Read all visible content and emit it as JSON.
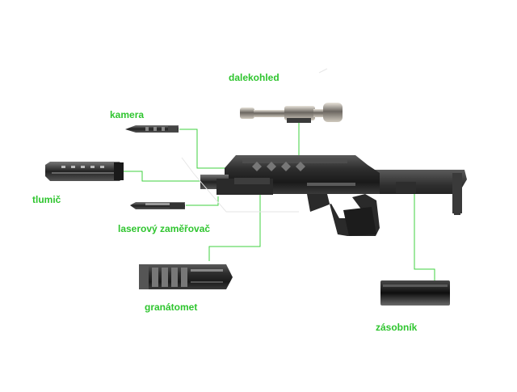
{
  "labels": {
    "scope": "dalekohled",
    "camera": "kamera",
    "silencer": "tlumič",
    "laser_sight": "laserový zaměřovač",
    "grenade_launcher": "granátomet",
    "magazine": "zásobník"
  },
  "colors": {
    "label_green": "#2fc52f",
    "leader_line_green": "#3fd23f",
    "weapon_dark": "#2b2b2b",
    "background": "#ffffff"
  }
}
